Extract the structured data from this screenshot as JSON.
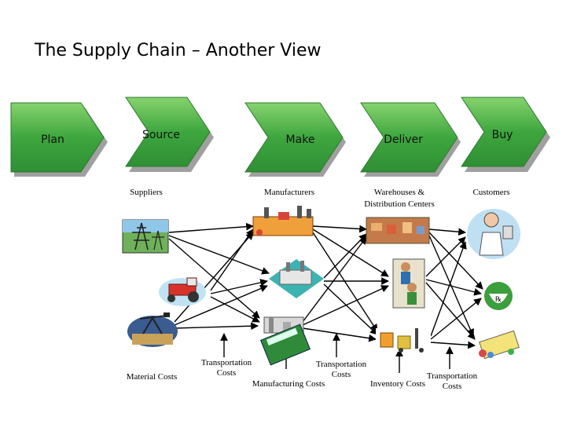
{
  "title": "The Supply Chain – Another View",
  "stages": [
    "Plan",
    "Source",
    "Make",
    "Deliver",
    "Buy"
  ],
  "columns": {
    "suppliers": "Suppliers",
    "manufacturers": "Manufacturers",
    "warehouses_line1": "Warehouses &",
    "warehouses_line2": "Distribution Centers",
    "customers": "Customers"
  },
  "costs": {
    "material": "Material Costs",
    "transport1_line1": "Transportation",
    "transport1_line2": "Costs",
    "manufacturing": "Manufacturing Costs",
    "transport2_line1": "Transportation",
    "transport2_line2": "Costs",
    "inventory": "Inventory Costs",
    "transport3_line1": "Transportation",
    "transport3_line2": "Costs"
  },
  "icons": {
    "supplier_1": "power-tower-icon",
    "supplier_2": "tractor-icon",
    "supplier_3": "oil-pump-icon",
    "manufacturer_1": "factory-icon",
    "manufacturer_2": "plant-icon",
    "manufacturer_3": "refinery-icon",
    "manufacturer_4": "calculator-icon",
    "warehouse_1": "warehouse-icon",
    "warehouse_2": "workers-icon",
    "warehouse_3": "forklift-icon",
    "customer_1": "doctor-icon",
    "customer_2": "pharmacy-icon",
    "customer_3": "pills-icon"
  },
  "colors": {
    "chevron_fill": "#3ea63e",
    "chevron_light": "#7fce6b",
    "chevron_shadow": "#9a9a9a",
    "arrow": "#000000"
  }
}
